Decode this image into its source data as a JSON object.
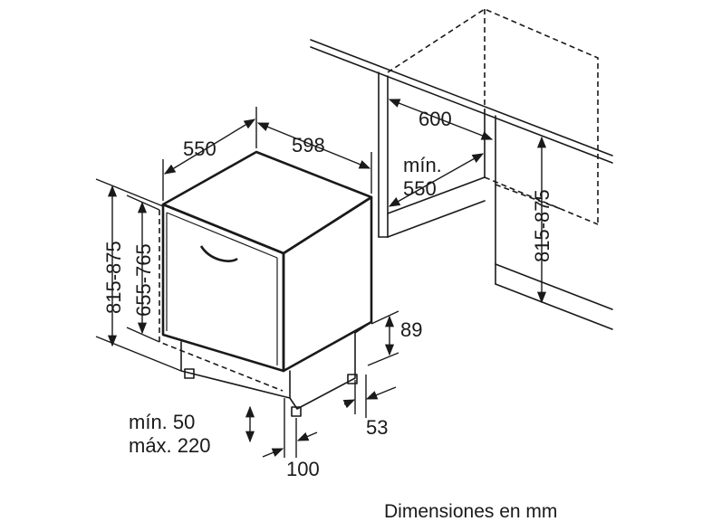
{
  "dimensions": {
    "depth": "550",
    "width": "598",
    "niche_width": "600",
    "niche_depth_line1": "mín.",
    "niche_depth_line2": "550",
    "niche_height": "815-875",
    "total_height": "815-875",
    "body_height": "655-765",
    "plinth_height": "89",
    "plinth_depth": "53",
    "feet_line1": "mín. 50",
    "feet_line2": "máx. 220",
    "feet_offset": "100"
  },
  "caption": "Dimensiones en mm"
}
